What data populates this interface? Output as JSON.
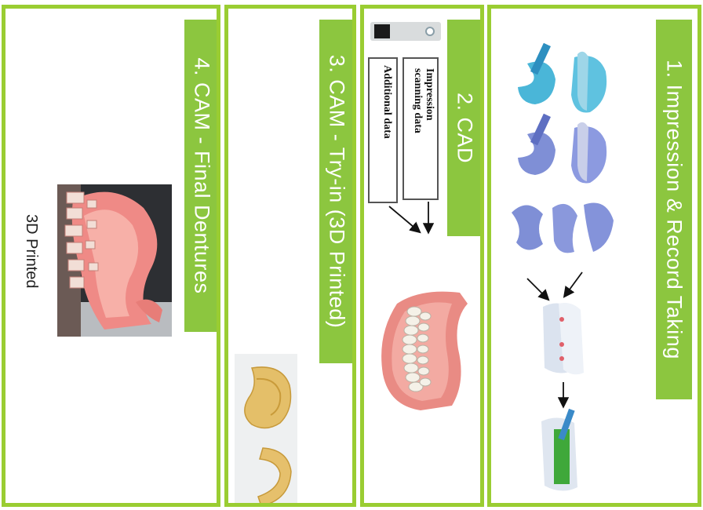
{
  "panels": [
    {
      "title": "4. CAM - Final Dentures",
      "caption": "3D Printed"
    },
    {
      "title": "3. CAM - Try-in (3D Printed)"
    },
    {
      "title": "2. CAD",
      "inputs": [
        {
          "label": "Impression scanning data",
          "lines": [
            "Impression",
            "scanning data"
          ]
        },
        {
          "label": "Additional data",
          "lines": [
            "Additional data"
          ]
        }
      ]
    },
    {
      "title": "1. Impression & Record Taking"
    }
  ],
  "colors": {
    "border": "#9acd32",
    "banner": "#8cc63f",
    "banner_text": "#ffffff",
    "scan_blue": "#4ab6d8",
    "scan_purple": "#7f8fd6",
    "green_block": "#3fa83a",
    "denture_gum": "#f4a09a",
    "tray_yellow": "#e8c46e"
  },
  "icons": [
    "arrow-icon",
    "slider-icon"
  ]
}
